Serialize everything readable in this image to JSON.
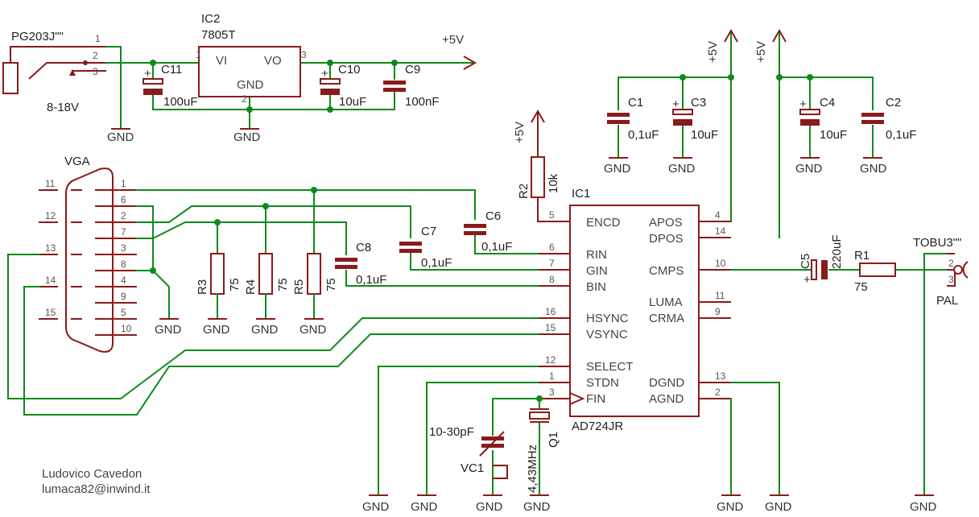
{
  "power": {
    "plus5v": "+5V",
    "gnd": "GND"
  },
  "pin_numbers": {
    "p1": "1",
    "p2": "2",
    "p3": "3",
    "p4": "4",
    "p5": "5",
    "p6": "6",
    "p7": "7",
    "p8": "8",
    "p9": "9",
    "p10": "10",
    "p11": "11",
    "p12": "12",
    "p13": "13",
    "p14": "14",
    "p15": "15",
    "p16": "16"
  },
  "jack_in": {
    "name": "PG203J\"\"",
    "voltage": "8-18V"
  },
  "ic2": {
    "name": "IC2",
    "value": "7805T",
    "pin_vi": "VI",
    "pin_vo": "VO",
    "pin_gnd": "GND"
  },
  "caps_power": {
    "c11": {
      "name": "C11",
      "value": "100uF"
    },
    "c10": {
      "name": "C10",
      "value": "10uF"
    },
    "c9": {
      "name": "C9",
      "value": "100nF"
    }
  },
  "caps_decouple": {
    "c1": {
      "name": "C1",
      "value": "0,1uF"
    },
    "c3": {
      "name": "C3",
      "value": "10uF"
    },
    "c4": {
      "name": "C4",
      "value": "10uF"
    },
    "c2": {
      "name": "C2",
      "value": "0,1uF"
    }
  },
  "vga": {
    "name": "VGA"
  },
  "r2": {
    "name": "R2",
    "value": "10k"
  },
  "ic1": {
    "name": "IC1",
    "value": "AD724JR",
    "pins": {
      "encd": "ENCD",
      "rin": "RIN",
      "gin": "GIN",
      "bin": "BIN",
      "hsync": "HSYNC",
      "vsync": "VSYNC",
      "select": "SELECT",
      "stdn": "STDN",
      "fin": "FIN",
      "apos": "APOS",
      "dpos": "DPOS",
      "cmps": "CMPS",
      "luma": "LUMA",
      "crma": "CRMA",
      "dgnd": "DGND",
      "agnd": "AGND"
    }
  },
  "caps_rgb": {
    "c6": {
      "name": "C6",
      "value": "0,1uF"
    },
    "c7": {
      "name": "C7",
      "value": "0,1uF"
    },
    "c8": {
      "name": "C8",
      "value": "0,1uF"
    }
  },
  "terminations": {
    "r3": {
      "name": "R3",
      "value": "75"
    },
    "r4": {
      "name": "R4",
      "value": "75"
    },
    "r5": {
      "name": "R5",
      "value": "75"
    }
  },
  "output": {
    "c5": {
      "name": "C5",
      "value": "220uF"
    },
    "r1": {
      "name": "R1",
      "value": "75"
    },
    "jack": {
      "name": "TOBU3\"\"",
      "standard": "PAL"
    }
  },
  "clock": {
    "vc1": {
      "name": "VC1",
      "value": "10-30pF"
    },
    "q1": {
      "name": "Q1",
      "value": "4,43MHz"
    }
  },
  "credits": {
    "author": "Ludovico Cavedon",
    "email": "lumaca82@inwind.it"
  }
}
